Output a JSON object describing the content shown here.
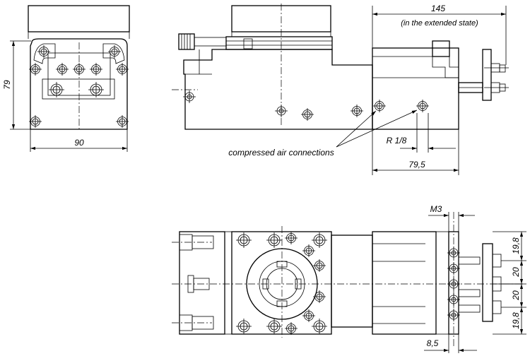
{
  "front_view": {
    "dim_height": "79",
    "dim_width": "90"
  },
  "side_view": {
    "dim_stroke": "145",
    "dim_stroke_note": "(in the extended state)",
    "dim_port_thread": "R 1/8",
    "dim_port_position": "79,5",
    "callout_air": "compressed air connections"
  },
  "top_view": {
    "dim_thread": "M3",
    "dim_offset": "8,5",
    "dim_v1": "19,8",
    "dim_v2": "20",
    "dim_v3": "20",
    "dim_v4": "19,8"
  }
}
